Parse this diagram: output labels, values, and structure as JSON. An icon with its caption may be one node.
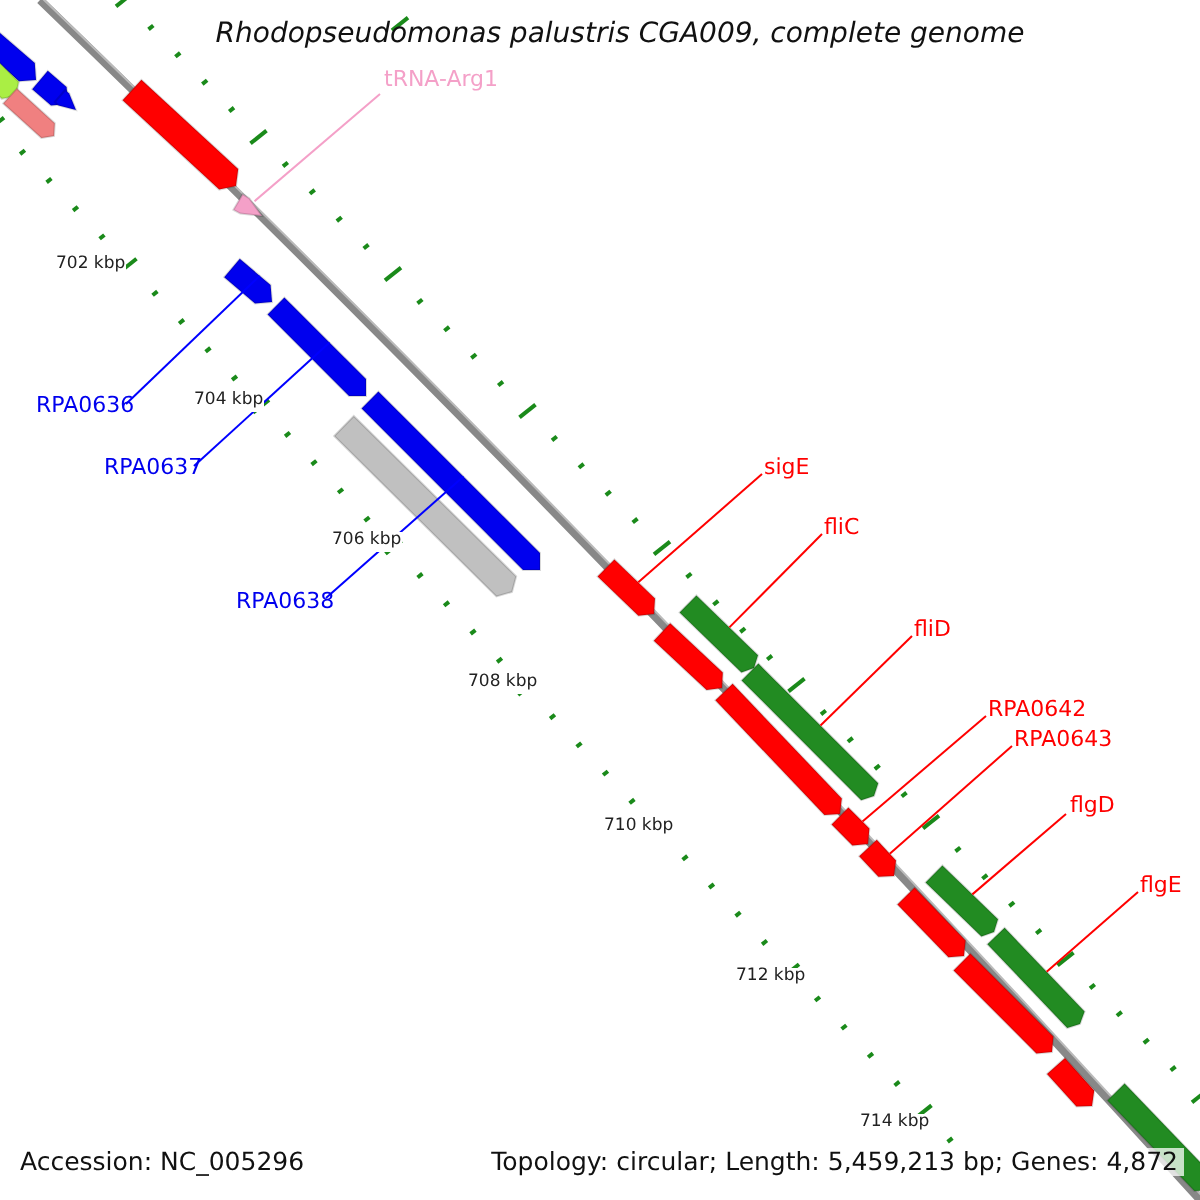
{
  "diagram": {
    "title": "Rhodopseudomonas palustris CGA009, complete genome",
    "nodes": [
      {
        "text": [
          "tRNA-Arg1"
        ]
      },
      {
        "text": [
          "RPA0636"
        ]
      },
      {
        "text": [
          "RPA0637"
        ]
      },
      {
        "text": [
          "RPA0638"
        ]
      },
      {
        "text": [
          "sigE"
        ]
      },
      {
        "text": [
          "fliC"
        ]
      },
      {
        "text": [
          "fliD"
        ]
      },
      {
        "text": [
          "RPA0642"
        ]
      },
      {
        "text": [
          "RPA0643"
        ]
      },
      {
        "text": [
          "flgD"
        ]
      },
      {
        "text": [
          "flgE"
        ]
      },
      {
        "text": [],
        "shape": "arrow"
      },
      {
        "text": [],
        "shape": "arrow"
      },
      {
        "text": [],
        "shape": "arrow"
      },
      {
        "text": [],
        "shape": "arrow"
      },
      {
        "text": [],
        "shape": "arrow"
      },
      {
        "text": [],
        "shape": "arrow"
      },
      {
        "text": [],
        "shape": "arrow"
      },
      {
        "text": [],
        "shape": "arrow"
      },
      {
        "text": [],
        "shape": "arrow"
      },
      {
        "text": [],
        "shape": "arrow"
      },
      {
        "text": [],
        "shape": "arrow"
      },
      {
        "text": [],
        "shape": "arrow"
      },
      {
        "text": [],
        "shape": "arrow"
      },
      {
        "text": [],
        "shape": "arrow"
      },
      {
        "text": [],
        "shape": "arrow"
      },
      {
        "text": [],
        "shape": "arrow"
      },
      {
        "text": [],
        "shape": "arrow"
      },
      {
        "text": [],
        "shape": "arrow"
      },
      {
        "text": [],
        "shape": "arrow"
      },
      {
        "text": [],
        "shape": "arrow"
      },
      {
        "text": [],
        "shape": "arrow"
      },
      {
        "text": [],
        "shape": "arrow"
      },
      {
        "text": [],
        "shape": "arrow"
      },
      {
        "text": [],
        "shape": "arrow"
      }
    ],
    "edges": [
      {
        "from": 0,
        "to": 17,
        "arrow": "none",
        "color": "#f4a0c8"
      },
      {
        "from": 1,
        "to": 18,
        "arrow": "none",
        "color": "#0000ff"
      },
      {
        "from": 2,
        "to": 19,
        "arrow": "none",
        "color": "#0000ff"
      },
      {
        "from": 3,
        "to": 20,
        "arrow": "none",
        "color": "#0000ff"
      },
      {
        "from": 4,
        "to": 22,
        "arrow": "none"
      },
      {
        "from": 5,
        "to": 23,
        "arrow": "none"
      },
      {
        "from": 6,
        "to": 25,
        "arrow": "none"
      },
      {
        "from": 7,
        "to": 27,
        "arrow": "none"
      },
      {
        "from": 8,
        "to": 28,
        "arrow": "none"
      },
      {
        "from": 9,
        "to": 29,
        "arrow": "none"
      },
      {
        "from": 10,
        "to": 31,
        "arrow": "none"
      }
    ],
    "labels": [
      "702 kbp",
      "704 kbp",
      "706 kbp",
      "708 kbp",
      "710 kbp",
      "712 kbp",
      "714 kbp",
      "Accession: NC_005296",
      "Topology: circular; Length: 5,459,213 bp; Genes: 4,872"
    ]
  }
}
